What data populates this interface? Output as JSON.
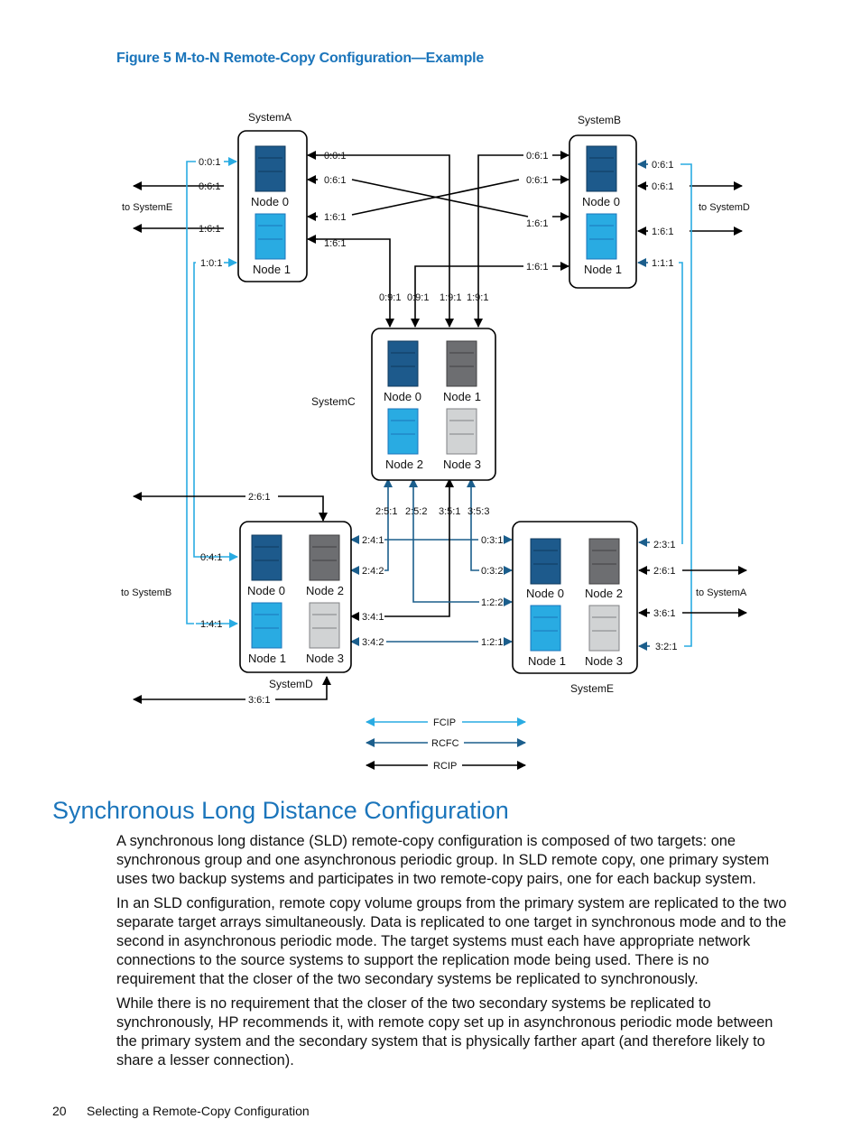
{
  "figure": {
    "caption": "Figure 5 M-to-N Remote-Copy Configuration—Example",
    "systems": {
      "a": {
        "name": "SystemA",
        "nodes": [
          "Node 0",
          "Node 1"
        ]
      },
      "b": {
        "name": "SystemB",
        "nodes": [
          "Node 0",
          "Node 1"
        ]
      },
      "c": {
        "name": "SystemC",
        "nodes": [
          "Node 0",
          "Node 1",
          "Node 2",
          "Node 3"
        ]
      },
      "d": {
        "name": "SystemD",
        "nodes": [
          "Node 0",
          "Node 2",
          "Node 1",
          "Node 3"
        ]
      },
      "e": {
        "name": "SystemE",
        "nodes": [
          "Node 0",
          "Node 2",
          "Node 1",
          "Node 3"
        ]
      }
    },
    "to_labels": {
      "to_e": "to SystemE",
      "to_d": "to SystemD",
      "to_b": "to SystemB",
      "to_a": "to SystemA"
    },
    "port_labels": {
      "a_l0": "0:0:1",
      "a_l1": "0:6:1",
      "a_l2": "1:6:1",
      "a_l3": "1:0:1",
      "a_r0": "0:0:1",
      "a_r1": "0:6:1",
      "a_r2": "1:6:1",
      "a_r3": "1:6:1",
      "b_l0": "0:6:1",
      "b_l1": "0:6:1",
      "b_l2": "1:6:1",
      "b_l3": "1:6:1",
      "b_r0": "0:6:1",
      "b_r1": "0:6:1",
      "b_r2": "1:6:1",
      "b_r3": "1:1:1",
      "c_t0": "0:9:1",
      "c_t1": "0:9:1",
      "c_t2": "1:9:1",
      "c_t3": "1:9:1",
      "c_b0": "2:5:1",
      "c_b1": "2:5:2",
      "c_b2": "3:5:1",
      "c_b3": "3:5:3",
      "d_top": "2:6:1",
      "d_l0": "0:4:1",
      "d_l1": "1:4:1",
      "d_bot": "3:6:1",
      "d_r0": "2:4:1",
      "d_r1": "2:4:2",
      "d_r2": "3:4:1",
      "d_r3": "3:4:2",
      "e_l0": "0:3:1",
      "e_l1": "0:3:2",
      "e_l2": "1:2:2",
      "e_l3": "1:2:1",
      "e_r0": "2:3:1",
      "e_r1": "2:6:1",
      "e_r2": "3:6:1",
      "e_r3": "3:2:1"
    },
    "legend": [
      "FCIP",
      "RCFC",
      "RCIP"
    ],
    "colors": {
      "fcip": "#29abe2",
      "rcfc": "#1b5e8c",
      "rcip": "#000000",
      "node_dark": "#1d5a8c",
      "node_light": "#29abe2",
      "node_gray_dark": "#6d6e71",
      "node_gray_light": "#d1d3d4"
    }
  },
  "section": {
    "title": "Synchronous Long Distance Configuration",
    "paragraphs": [
      "A synchronous long distance (SLD) remote-copy configuration is composed of two targets: one synchronous group and one asynchronous periodic group. In SLD remote copy, one primary system uses two backup systems and participates in two remote-copy pairs, one for each backup system.",
      "In an SLD configuration, remote copy volume groups from the primary system are replicated to the two separate target arrays simultaneously. Data is replicated to one target in synchronous mode and to the second in asynchronous periodic mode. The target systems must each have appropriate network connections to the source systems to support the replication mode being used. There is no requirement that the closer of the two secondary systems be replicated to synchronously.",
      "While there is no requirement that the closer of the two secondary systems be replicated to synchronously, HP recommends it, with remote copy set up in asynchronous periodic mode between the primary system and the secondary system that is physically farther apart (and therefore likely to share a lesser connection)."
    ]
  },
  "footer": {
    "page_number": "20",
    "text": "Selecting a Remote-Copy Configuration"
  }
}
